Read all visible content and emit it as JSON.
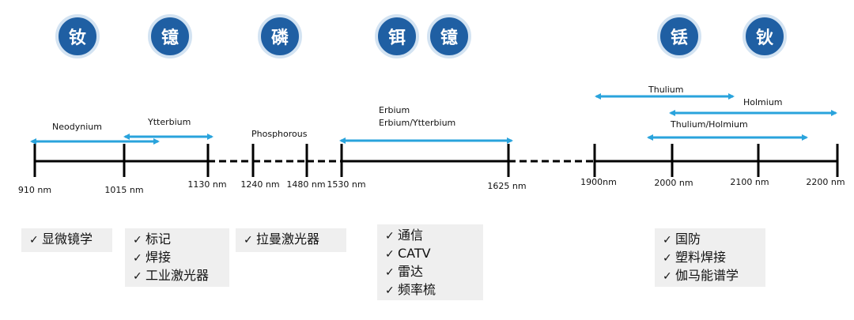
{
  "colors": {
    "circle": "#1f5fa3",
    "arrow": "#29a3dc",
    "axis": "#000000",
    "box": "#efefef"
  },
  "elements": [
    {
      "id": "nd",
      "label": "钕"
    },
    {
      "id": "yb",
      "label": "镱"
    },
    {
      "id": "p",
      "label": "磷"
    },
    {
      "id": "er",
      "label": "铒"
    },
    {
      "id": "yb2",
      "label": "镱"
    },
    {
      "id": "tm",
      "label": "铥"
    },
    {
      "id": "ho",
      "label": "钬"
    }
  ],
  "ticks": [
    "910 nm",
    "1015 nm",
    "1130 nm",
    "1240 nm",
    "1480 nm",
    "1530 nm",
    "1625 nm",
    "1900nm",
    "2000 nm",
    "2100 nm",
    "2200 nm"
  ],
  "ranges": [
    {
      "label": "Neodynium"
    },
    {
      "label": "Ytterbium"
    },
    {
      "label": "Phosphorous"
    },
    {
      "label": "Erbium"
    },
    {
      "label": "Erbium/Ytterbium"
    },
    {
      "label": "Thulium"
    },
    {
      "label": "Holmium"
    },
    {
      "label": "Thulium/Holmium"
    }
  ],
  "applications": [
    {
      "items": [
        "显微镜学"
      ]
    },
    {
      "items": [
        "标记",
        "焊接",
        "工业激光器"
      ]
    },
    {
      "items": [
        "拉曼激光器"
      ]
    },
    {
      "items": [
        "通信",
        "CATV",
        "雷达",
        "频率梳"
      ]
    },
    {
      "items": [
        "国防",
        "塑料焊接",
        "伽马能谱学"
      ]
    }
  ],
  "check_symbol": "✓"
}
